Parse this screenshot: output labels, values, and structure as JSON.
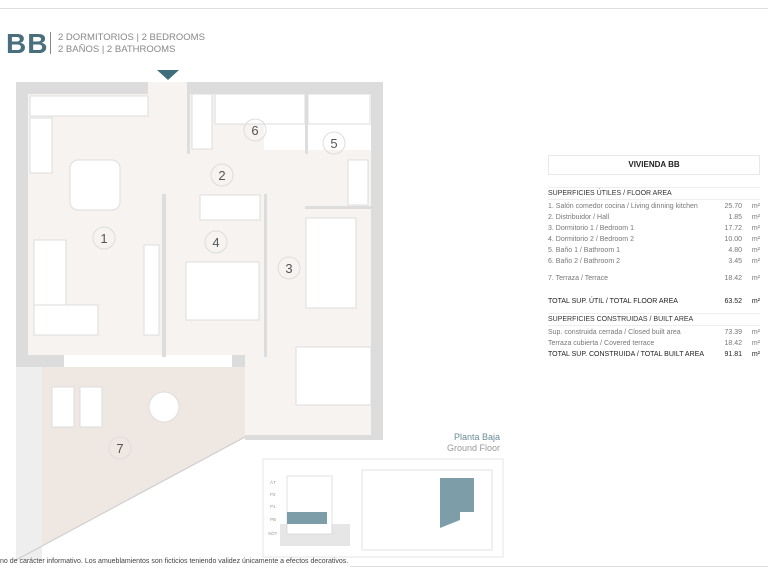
{
  "header": {
    "unit_code": "BB",
    "line1": "2 DORMITORIOS | 2 BEDROOMS",
    "line2": "2 BAÑOS | 2 BATHROOMS"
  },
  "plan": {
    "room_labels": [
      "1",
      "2",
      "3",
      "4",
      "5",
      "6",
      "7"
    ],
    "colors": {
      "wall": "#dcdcdc",
      "floor": "#f7f3f0",
      "accent": "#3f6e7b",
      "terrace": "#efe7e2"
    }
  },
  "table": {
    "title": "VIVIENDA BB",
    "useful_header": "SUPERFICIES ÚTILES / FLOOR AREA",
    "rooms": [
      {
        "label": "1. Salón comedor cocina / Living dinning kitchen",
        "value": "25.70",
        "unit": "m²"
      },
      {
        "label": "2. Distribuidor / Hall",
        "value": "1.85",
        "unit": "m²"
      },
      {
        "label": "3. Dormitorio 1 / Bedroom 1",
        "value": "17.72",
        "unit": "m²"
      },
      {
        "label": "4. Dormitorio 2 / Bedroom 2",
        "value": "10.00",
        "unit": "m²"
      },
      {
        "label": "5. Baño 1 / Bathroom 1",
        "value": "4.80",
        "unit": "m²"
      },
      {
        "label": "6. Baño 2 / Bathroom 2",
        "value": "3.45",
        "unit": "m²"
      }
    ],
    "terrace": {
      "label": "7. Terraza / Terrace",
      "value": "18.42",
      "unit": "m²"
    },
    "total_useful": {
      "label": "TOTAL SUP. ÚTIL / TOTAL FLOOR AREA",
      "value": "63.52",
      "unit": "m²"
    },
    "built_header": "SUPERFICIES CONSTRUIDAS / BUILT AREA",
    "built": [
      {
        "label": "Sup. construida cerrada / Closed built area",
        "value": "73.39",
        "unit": "m²"
      },
      {
        "label": "Terraza cubierta / Covered terrace",
        "value": "18.42",
        "unit": "m²"
      }
    ],
    "total_built": {
      "label": "TOTAL SUP. CONSTRUIDA /  TOTAL BUILT AREA",
      "value": "91.81",
      "unit": "m²"
    }
  },
  "floor": {
    "es": "Planta Baja",
    "en": "Ground Floor"
  },
  "keyplan": {
    "levels": [
      "ÁT",
      "P2",
      "P1",
      "PB",
      "SÓT"
    ],
    "highlight": "#7d9ea9"
  },
  "footer": "no de carácter informativo. Los amueblamientos son ficticios teniendo validez únicamente a efectos decorativos."
}
